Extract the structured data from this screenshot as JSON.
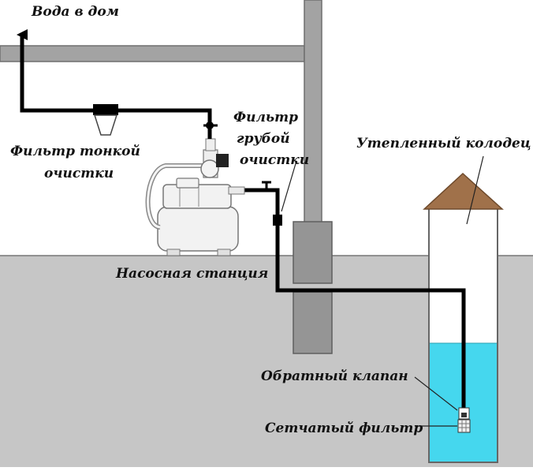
{
  "labels": {
    "water_to_house": "Вода в дом",
    "fine_filter_line1": "Фильтр тонкой",
    "fine_filter_line2": "очистки",
    "coarse_filter_line1": "Фильтр",
    "coarse_filter_line2": "грубой",
    "coarse_filter_line3": "очистки",
    "insulated_well": "Утепленный колодец",
    "pump_station": "Насосная станция",
    "check_valve": "Обратный клапан",
    "mesh_filter": "Сетчатый фильтр"
  },
  "colors": {
    "ground": "#c6c6c6",
    "structure": "#9e9e9e",
    "outline": "#555555",
    "pipe": "#000000",
    "roof": "#a0714a",
    "water": "#45d7ee"
  }
}
